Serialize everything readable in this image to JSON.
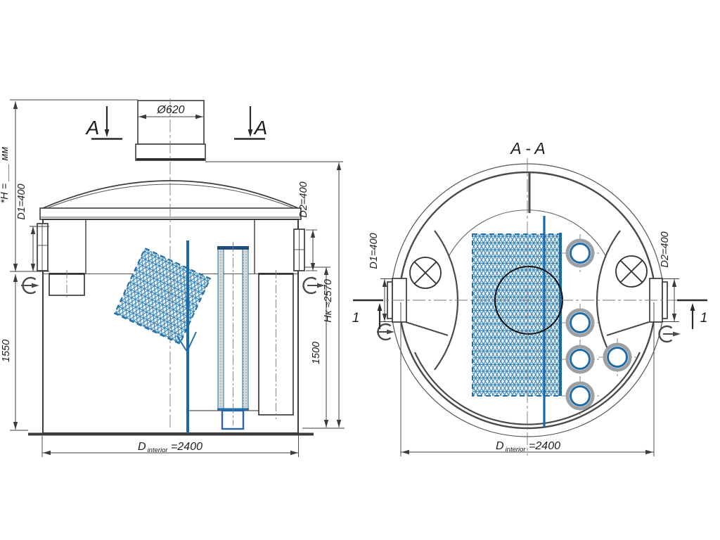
{
  "front_view": {
    "section_marker": "A",
    "neck_diameter": "Ø620",
    "height_note": "*H = ___ мм",
    "inlet_dim": "D1=400",
    "outlet_dim": "D2=400",
    "left_height": "1550",
    "overall_height": "Hк ≈2570",
    "right_height": "1500",
    "inner_diameter": {
      "prefix": "D",
      "sub": "interior",
      "value": " =2400"
    }
  },
  "section_view": {
    "title": "A - A",
    "inlet_dim": "D1=400",
    "outlet_dim": "D2=400",
    "detail_marker": "1",
    "inner_diameter": {
      "prefix": "D",
      "sub": "interior",
      "value": " =2400"
    }
  },
  "colors": {
    "line_color": "#3c3c3c",
    "accent_blue": "#1f6ba6",
    "mesh_tint": "#e9f2f8"
  }
}
